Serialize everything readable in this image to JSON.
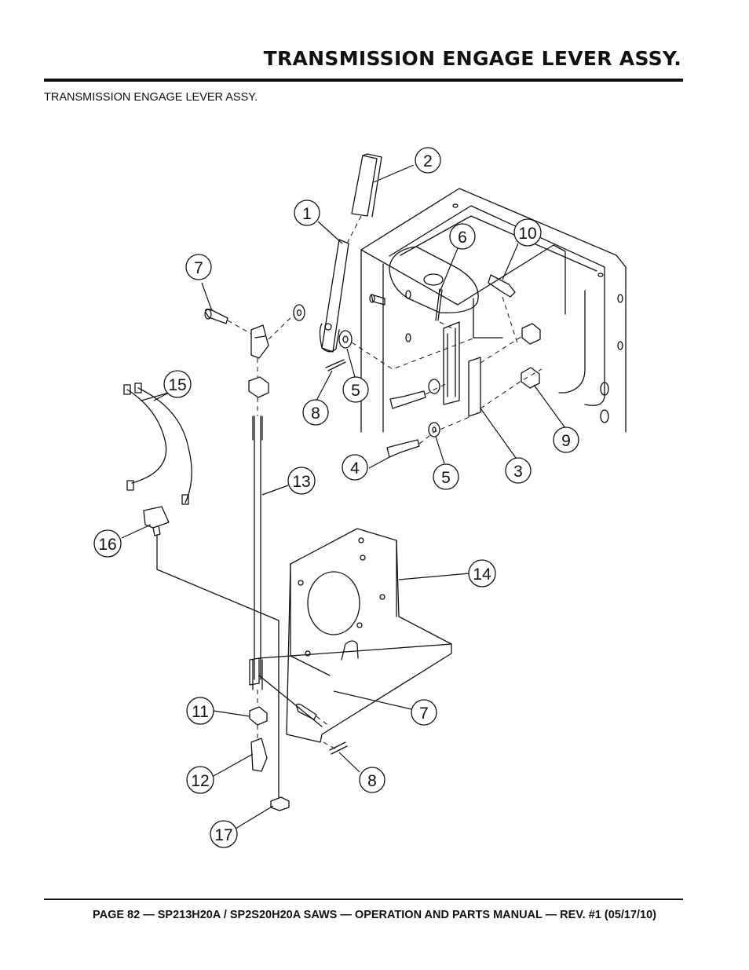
{
  "header": {
    "title": "TRANSMISSION ENGAGE LEVER ASSY.",
    "subtitle": "TRANSMISSION ENGAGE LEVER ASSY."
  },
  "callouts": [
    {
      "id": "c-2",
      "label": "2"
    },
    {
      "id": "c-1",
      "label": "1"
    },
    {
      "id": "c-6",
      "label": "6"
    },
    {
      "id": "c-10",
      "label": "10"
    },
    {
      "id": "c-7a",
      "label": "7"
    },
    {
      "id": "c-15",
      "label": "15"
    },
    {
      "id": "c-8a",
      "label": "8"
    },
    {
      "id": "c-5a",
      "label": "5"
    },
    {
      "id": "c-9",
      "label": "9"
    },
    {
      "id": "c-4",
      "label": "4"
    },
    {
      "id": "c-5b",
      "label": "5"
    },
    {
      "id": "c-3",
      "label": "3"
    },
    {
      "id": "c-13",
      "label": "13"
    },
    {
      "id": "c-16",
      "label": "16"
    },
    {
      "id": "c-14",
      "label": "14"
    },
    {
      "id": "c-11",
      "label": "11"
    },
    {
      "id": "c-7b",
      "label": "7"
    },
    {
      "id": "c-12",
      "label": "12"
    },
    {
      "id": "c-8b",
      "label": "8"
    },
    {
      "id": "c-17",
      "label": "17"
    }
  ],
  "footer": {
    "text": "PAGE 82 —  SP213H20A / SP2S20H20A SAWS — OPERATION AND PARTS  MANUAL — REV. #1 (05/17/10)"
  }
}
